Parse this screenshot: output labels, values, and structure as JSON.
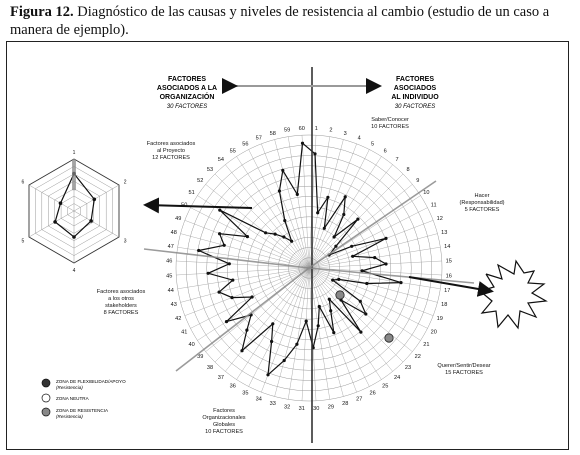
{
  "caption": {
    "label": "Figura 12.",
    "text": "Diagnóstico de las causas y niveles de resistencia al cambio (estudio de un caso a manera de ejemplo)."
  },
  "headers": {
    "left": {
      "line1": "FACTORES",
      "line2": "ASOCIADOS A LA",
      "line3": "ORGANIZACIÓN",
      "count": "30 FACTORES"
    },
    "right": {
      "line1": "FACTORES",
      "line2": "ASOCIADOS",
      "line3": "AL INDIVIDUO",
      "count": "30 FACTORES"
    }
  },
  "groups": [
    {
      "line1": "Saber/Conocer",
      "line2": "10 FACTORES"
    },
    {
      "line1": "Hacer",
      "line2": "(Responsabilidad)",
      "line3": "5 FACTORES"
    },
    {
      "line1": "Querer/Sentir/Desear",
      "line2": "15 FACTORES"
    },
    {
      "line1": "Factores",
      "line2": "Organizacionales",
      "line3": "Globales",
      "line4": "10 FACTORES"
    },
    {
      "line1": "Factores asociados",
      "line2": "a los otros",
      "line3": "stakeholders",
      "line4": "8 FACTORES"
    },
    {
      "line1": "Factores asociados",
      "line2": "al Proyecto",
      "line3": "12 FACTORES"
    }
  ],
  "legend": [
    {
      "label": "ZONA DE FLEXIBILIDAD/APOYO",
      "sub": "(Resistencia)",
      "color": "#333333"
    },
    {
      "label": "ZONA NEUTRA",
      "sub": "",
      "color": "#ffffff"
    },
    {
      "label": "ZONA DE RESISTENCIA",
      "sub": "(Resistencia)",
      "color": "#888888"
    }
  ],
  "spokes": [
    "1",
    "2",
    "3",
    "4",
    "5",
    "6",
    "7",
    "8",
    "9",
    "10",
    "11",
    "12",
    "13",
    "14",
    "15",
    "16",
    "17",
    "18",
    "19",
    "20",
    "21",
    "22",
    "23",
    "24",
    "25",
    "26",
    "27",
    "28",
    "29",
    "30",
    "31",
    "32",
    "33",
    "34",
    "35",
    "36",
    "37",
    "38",
    "39",
    "40",
    "41",
    "42",
    "43",
    "44",
    "45",
    "46",
    "47",
    "48",
    "49",
    "50",
    "51",
    "52",
    "53",
    "54",
    "55",
    "56",
    "57",
    "58",
    "59",
    "60"
  ],
  "inset_labels": [
    "1",
    "2",
    "3",
    "4",
    "5",
    "6"
  ],
  "colors": {
    "line": "#111111",
    "grid": "#9a9a9a",
    "dark_zone": "#333333",
    "resistance_zone": "#888888"
  }
}
